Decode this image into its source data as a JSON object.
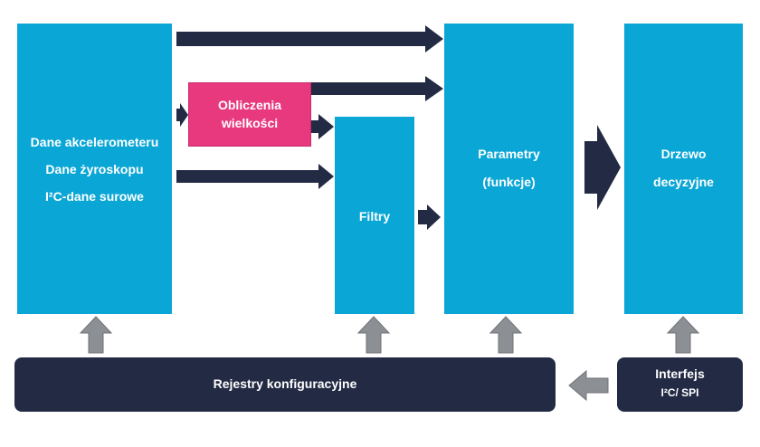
{
  "blocks": {
    "sensor_data": {
      "lines": [
        "Dane akcelerometeru",
        "Dane żyroskopu",
        "I²C-dane surowe"
      ]
    },
    "computation": {
      "lines": [
        "Obliczenia",
        "wielkości"
      ]
    },
    "filters": {
      "label": "Filtry"
    },
    "parameters": {
      "lines": [
        "Parametry",
        "(funkcje)"
      ]
    },
    "decision_tree": {
      "lines": [
        "Drzewo",
        "decyzyjne"
      ]
    },
    "config_registers": {
      "label": "Rejestry konfiguracyjne"
    },
    "interface": {
      "lines": [
        "Interfejs",
        "I²C/ SPI"
      ]
    }
  },
  "colors": {
    "block": "#0aa6d6",
    "highlight": "#e8397f",
    "dark": "#232a44",
    "flow_arrow": "#232a44",
    "config_arrow": "#8c8f94"
  }
}
